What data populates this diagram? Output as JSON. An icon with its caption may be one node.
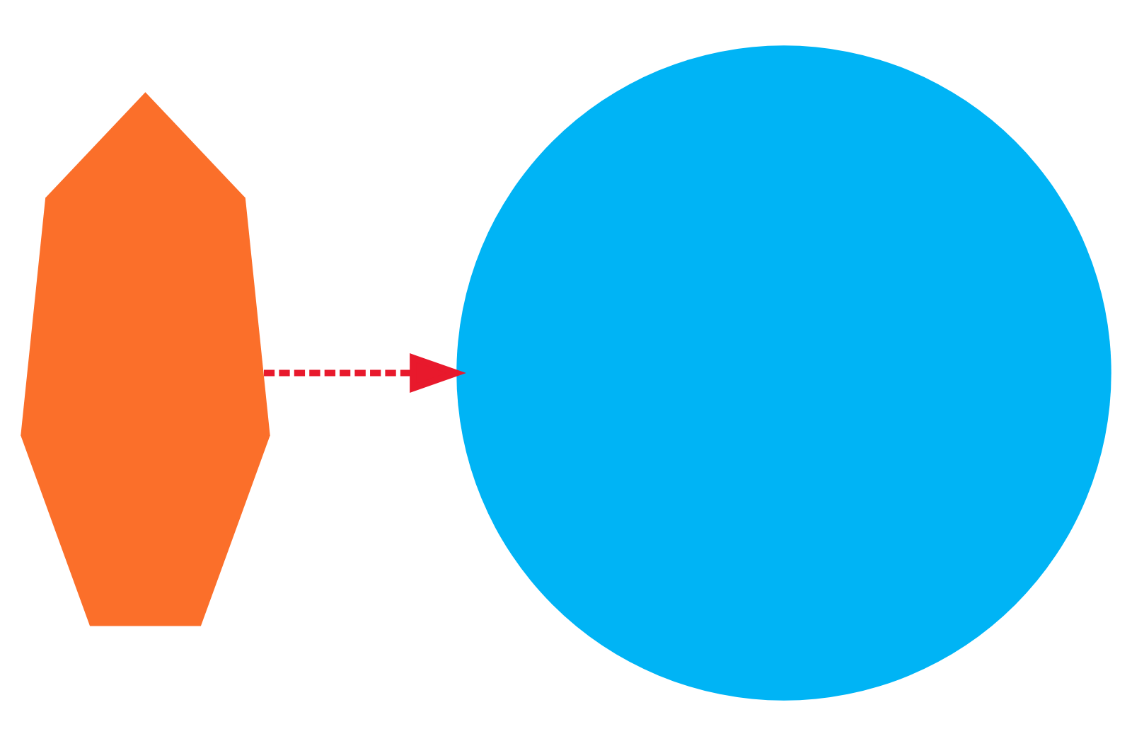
{
  "diagram": {
    "nodes": [
      {
        "text": [],
        "shape": "segment"
      },
      {
        "text": [],
        "shape": "circle"
      }
    ],
    "edges": [
      {
        "from": 0,
        "to": 1,
        "arrow": "to",
        "style": "dashed",
        "color": "#e8192c"
      }
    ]
  }
}
